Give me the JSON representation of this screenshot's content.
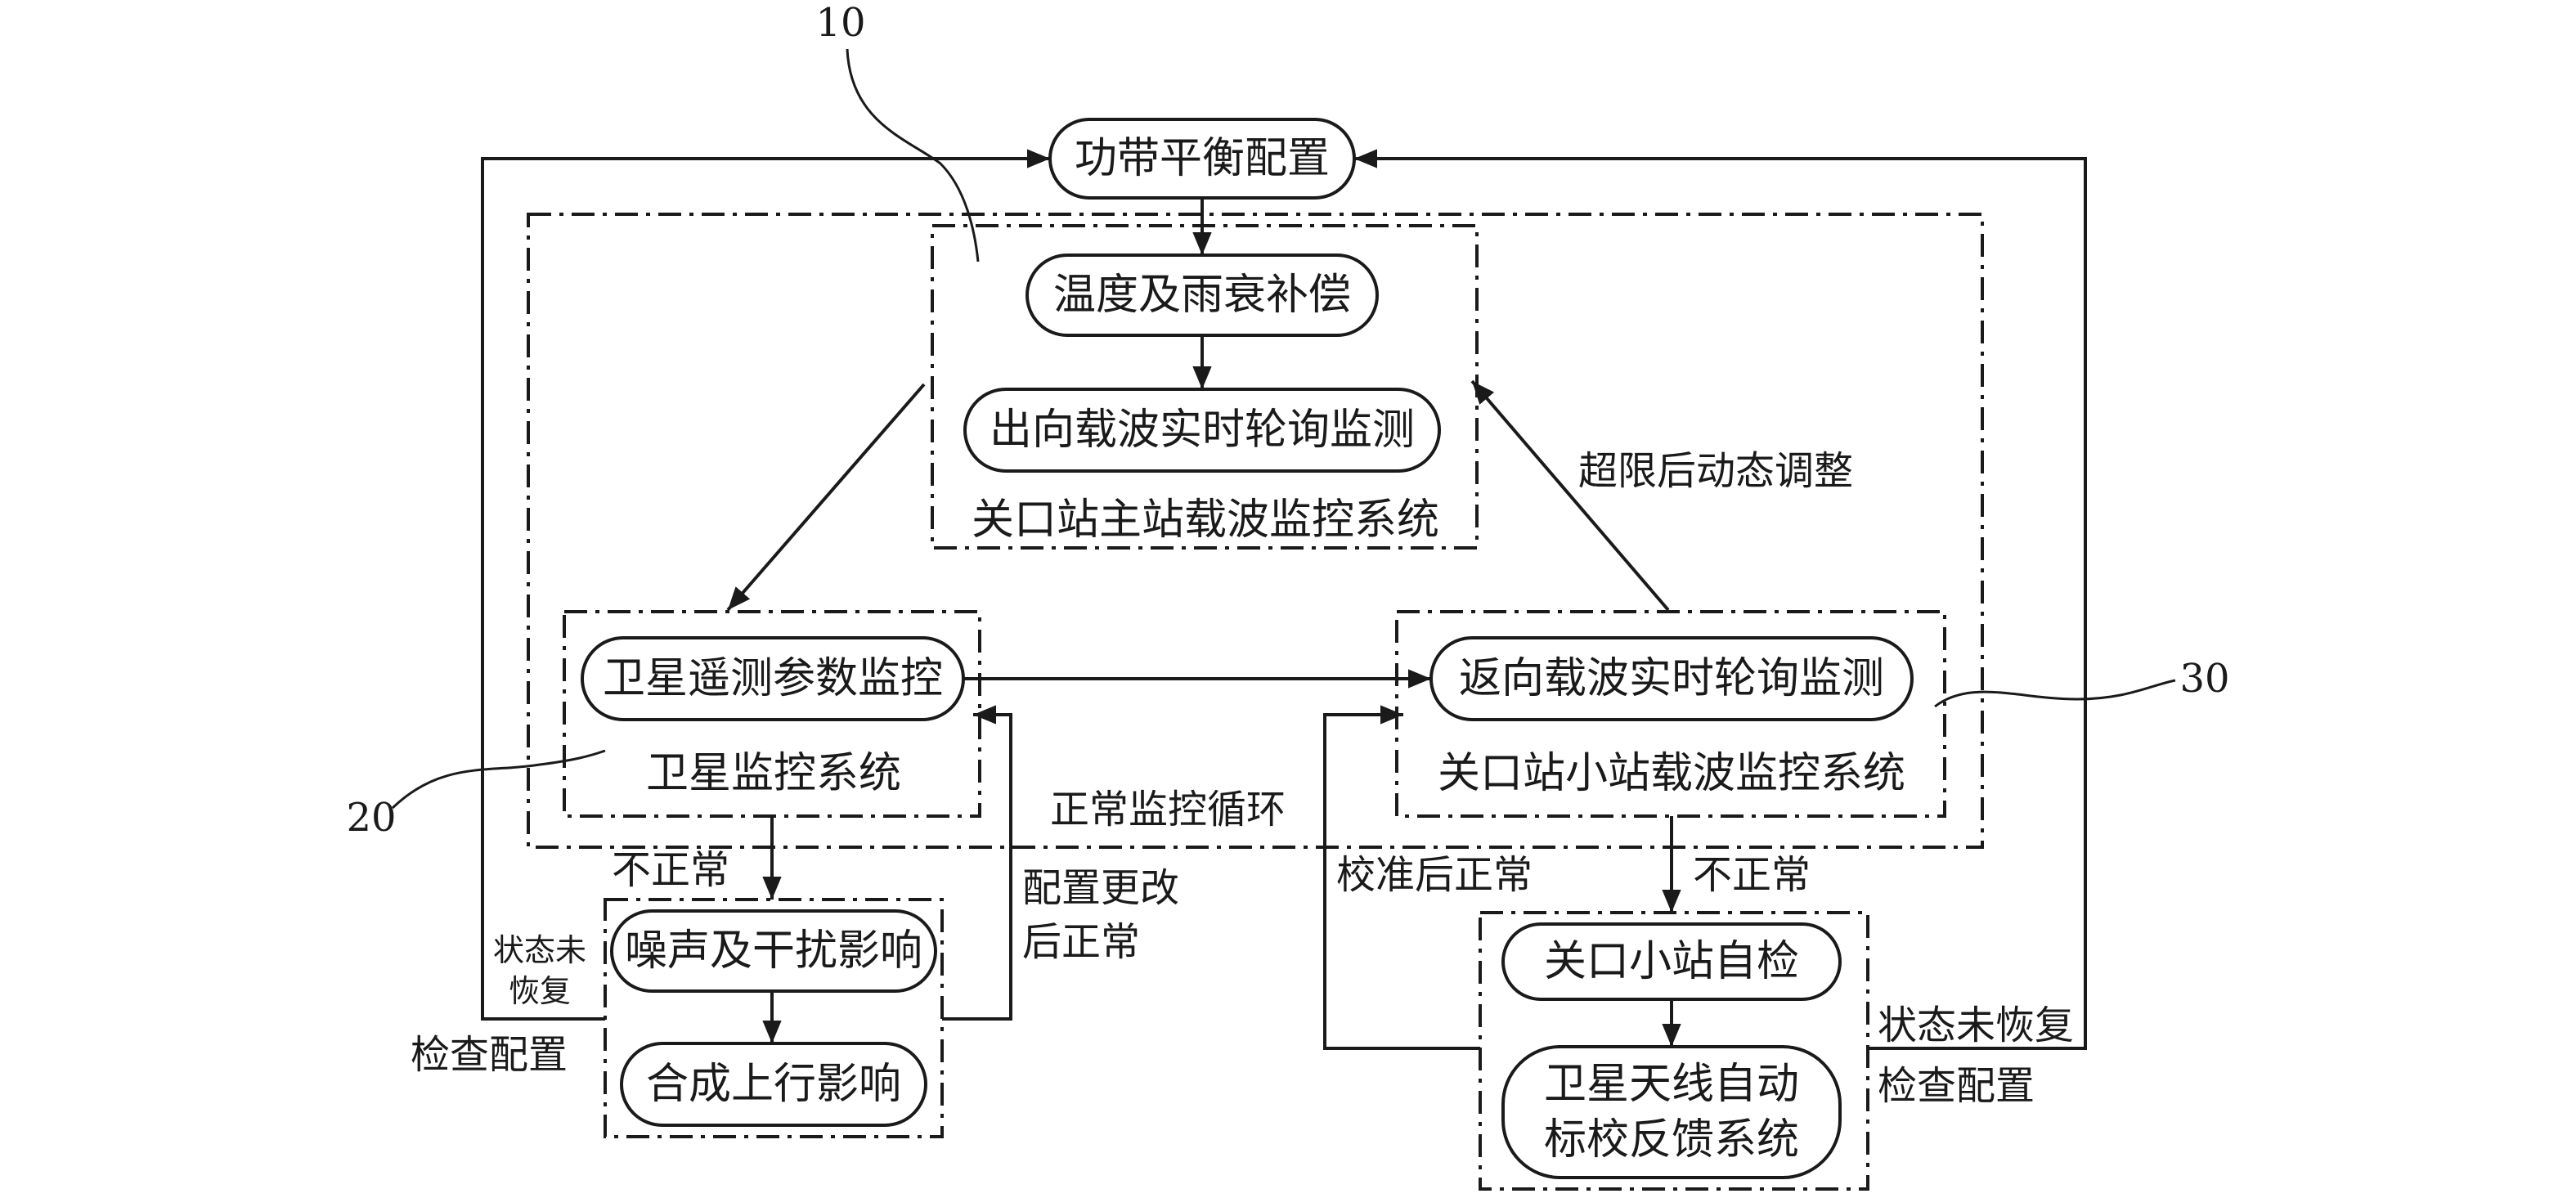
{
  "nodes": {
    "power_balance": "功带平衡配置",
    "temp_rain": "温度及雨衰补偿",
    "outbound_poll": "出向载波实时轮询监测",
    "sat_telemetry": "卫星遥测参数监控",
    "return_poll": "返向载波实时轮询监测",
    "noise": "噪声及干扰影响",
    "uplink": "合成上行影响",
    "self_check": "关口小站自检",
    "antenna_line1": "卫星天线自动",
    "antenna_line2": "标校反馈系统"
  },
  "groups": {
    "master_system": "关口站主站载波监控系统",
    "sat_system": "卫星监控系统",
    "small_system": "关口站小站载波监控系统"
  },
  "labels": {
    "dynamic_adjust": "超限后动态调整",
    "normal_loop": "正常监控循环",
    "abnormal_left": "不正常",
    "abnormal_right": "不正常",
    "config_change_line1": "配置更改",
    "config_change_line2": "后正常",
    "calib_normal": "校准后正常",
    "state_left_line1": "状态未",
    "state_left_line2": "恢复",
    "check_left": "检查配置",
    "state_right": "状态未恢复",
    "check_right": "检查配置"
  },
  "refs": {
    "r10": "10",
    "r20": "20",
    "r30": "30"
  }
}
